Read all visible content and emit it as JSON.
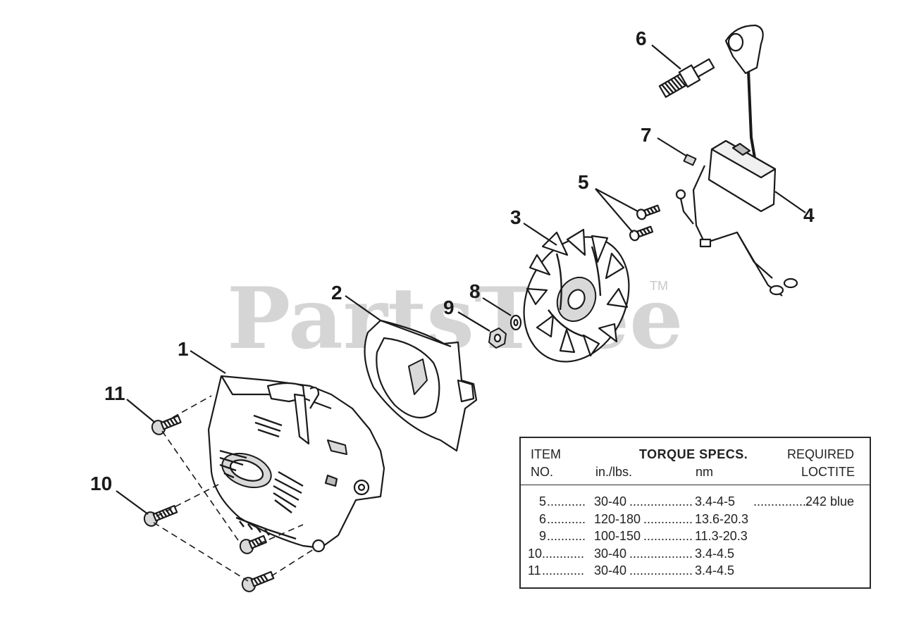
{
  "watermark": {
    "text": "PartsTree",
    "trademark": "TM"
  },
  "callouts": [
    {
      "id": "1",
      "label": "1"
    },
    {
      "id": "2",
      "label": "2"
    },
    {
      "id": "3",
      "label": "3"
    },
    {
      "id": "4",
      "label": "4"
    },
    {
      "id": "5",
      "label": "5"
    },
    {
      "id": "6",
      "label": "6"
    },
    {
      "id": "7",
      "label": "7"
    },
    {
      "id": "8",
      "label": "8"
    },
    {
      "id": "9",
      "label": "9"
    },
    {
      "id": "10",
      "label": "10"
    },
    {
      "id": "11",
      "label": "11"
    }
  ],
  "torque_table": {
    "header": {
      "item": "ITEM",
      "no": "NO.",
      "torque_specs": "TORQUE SPECS.",
      "in_lbs": "in./lbs.",
      "nm": "nm",
      "required": "REQUIRED",
      "loctite": "LOCTITE"
    },
    "rows": [
      {
        "item": "5",
        "in_lbs": "30-40",
        "nm": "3.4-4-5",
        "loctite": "242 blue"
      },
      {
        "item": "6",
        "in_lbs": "120-180",
        "nm": "13.6-20.3",
        "loctite": ""
      },
      {
        "item": "9",
        "in_lbs": "100-150",
        "nm": "11.3-20.3",
        "loctite": ""
      },
      {
        "item": "10",
        "in_lbs": "30-40",
        "nm": "3.4-4.5",
        "loctite": ""
      },
      {
        "item": "11",
        "in_lbs": "30-40",
        "nm": "3.4-4.5",
        "loctite": ""
      }
    ]
  }
}
